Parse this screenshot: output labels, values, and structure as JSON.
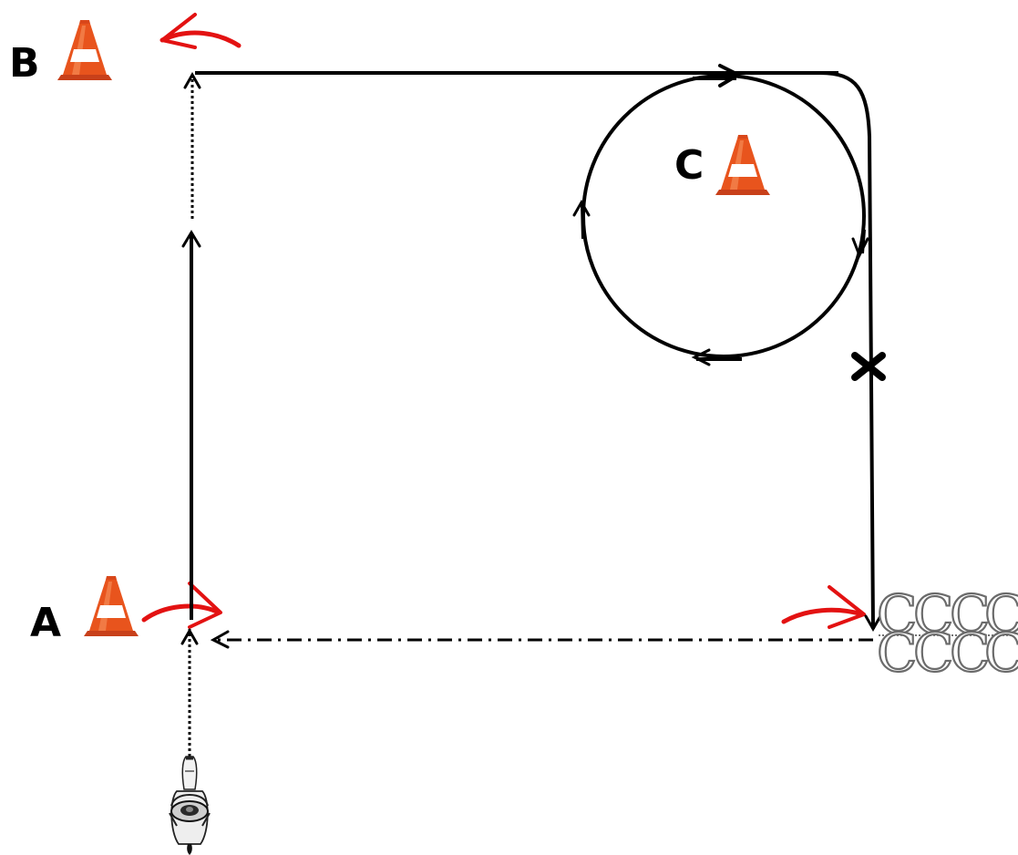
{
  "labels": {
    "cone_a": "A",
    "cone_b": "B",
    "cone_c": "C"
  },
  "poles": {
    "top_row": [
      "C",
      "C",
      "C",
      "C"
    ],
    "bottom_row": [
      "C",
      "C",
      "C",
      "C"
    ]
  },
  "colors": {
    "line": "#000000",
    "turn_arrow": "#e31212",
    "cone_orange": "#e8541d",
    "cone_stripe": "#ffffff",
    "pole_outline": "#6b6b6b"
  },
  "icons": {
    "cone": "traffic-cone-icon",
    "rider": "horse-and-rider-top-view-icon",
    "turn": "curved-turn-arrow-icon",
    "stop": "x-mark-icon"
  }
}
